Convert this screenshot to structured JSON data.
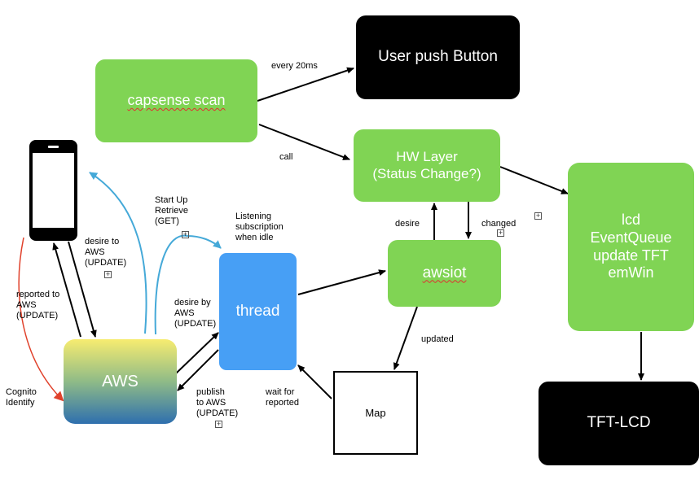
{
  "colors": {
    "green_node": "#80d454",
    "black_node": "#000000",
    "thread_node": "#479ff5",
    "aws_gradient": [
      "#f7ec70",
      "#8fbb87",
      "#2e6fae"
    ],
    "blue_arrow": "#45a9d8",
    "red_arrow": "#e0412b"
  },
  "nodes": {
    "capsense": "capsense scan",
    "user_push": "User push Button",
    "hw_layer": "HW Layer\n(Status Change?)",
    "lcd_queue": "lcd\nEventQueue\nupdate TFT\nemWin",
    "awsiot": "awsiot",
    "thread": "thread",
    "aws": "AWS",
    "map": "Map",
    "tft_lcd": "TFT-LCD",
    "phone": "smartphone"
  },
  "edge_labels": {
    "every_20ms": "every 20ms",
    "call": "call",
    "start_up": "Start Up\nRetrieve\n(GET)",
    "listening": "Listening\nsubscription\nwhen idle",
    "desire_to_aws": "desire to\nAWS\n(UPDATE)",
    "reported_to_aws": "reported to\nAWS\n(UPDATE)",
    "desire_by_aws": "desire by\nAWS\n(UPDATE)",
    "desire": "desire",
    "changed": "changed",
    "updated": "updated",
    "publish": "publish\nto AWS\n(UPDATE)",
    "wait_for": "wait for\nreported",
    "cognito": "Cognito\nIdentify"
  },
  "plus_glyph": "+"
}
